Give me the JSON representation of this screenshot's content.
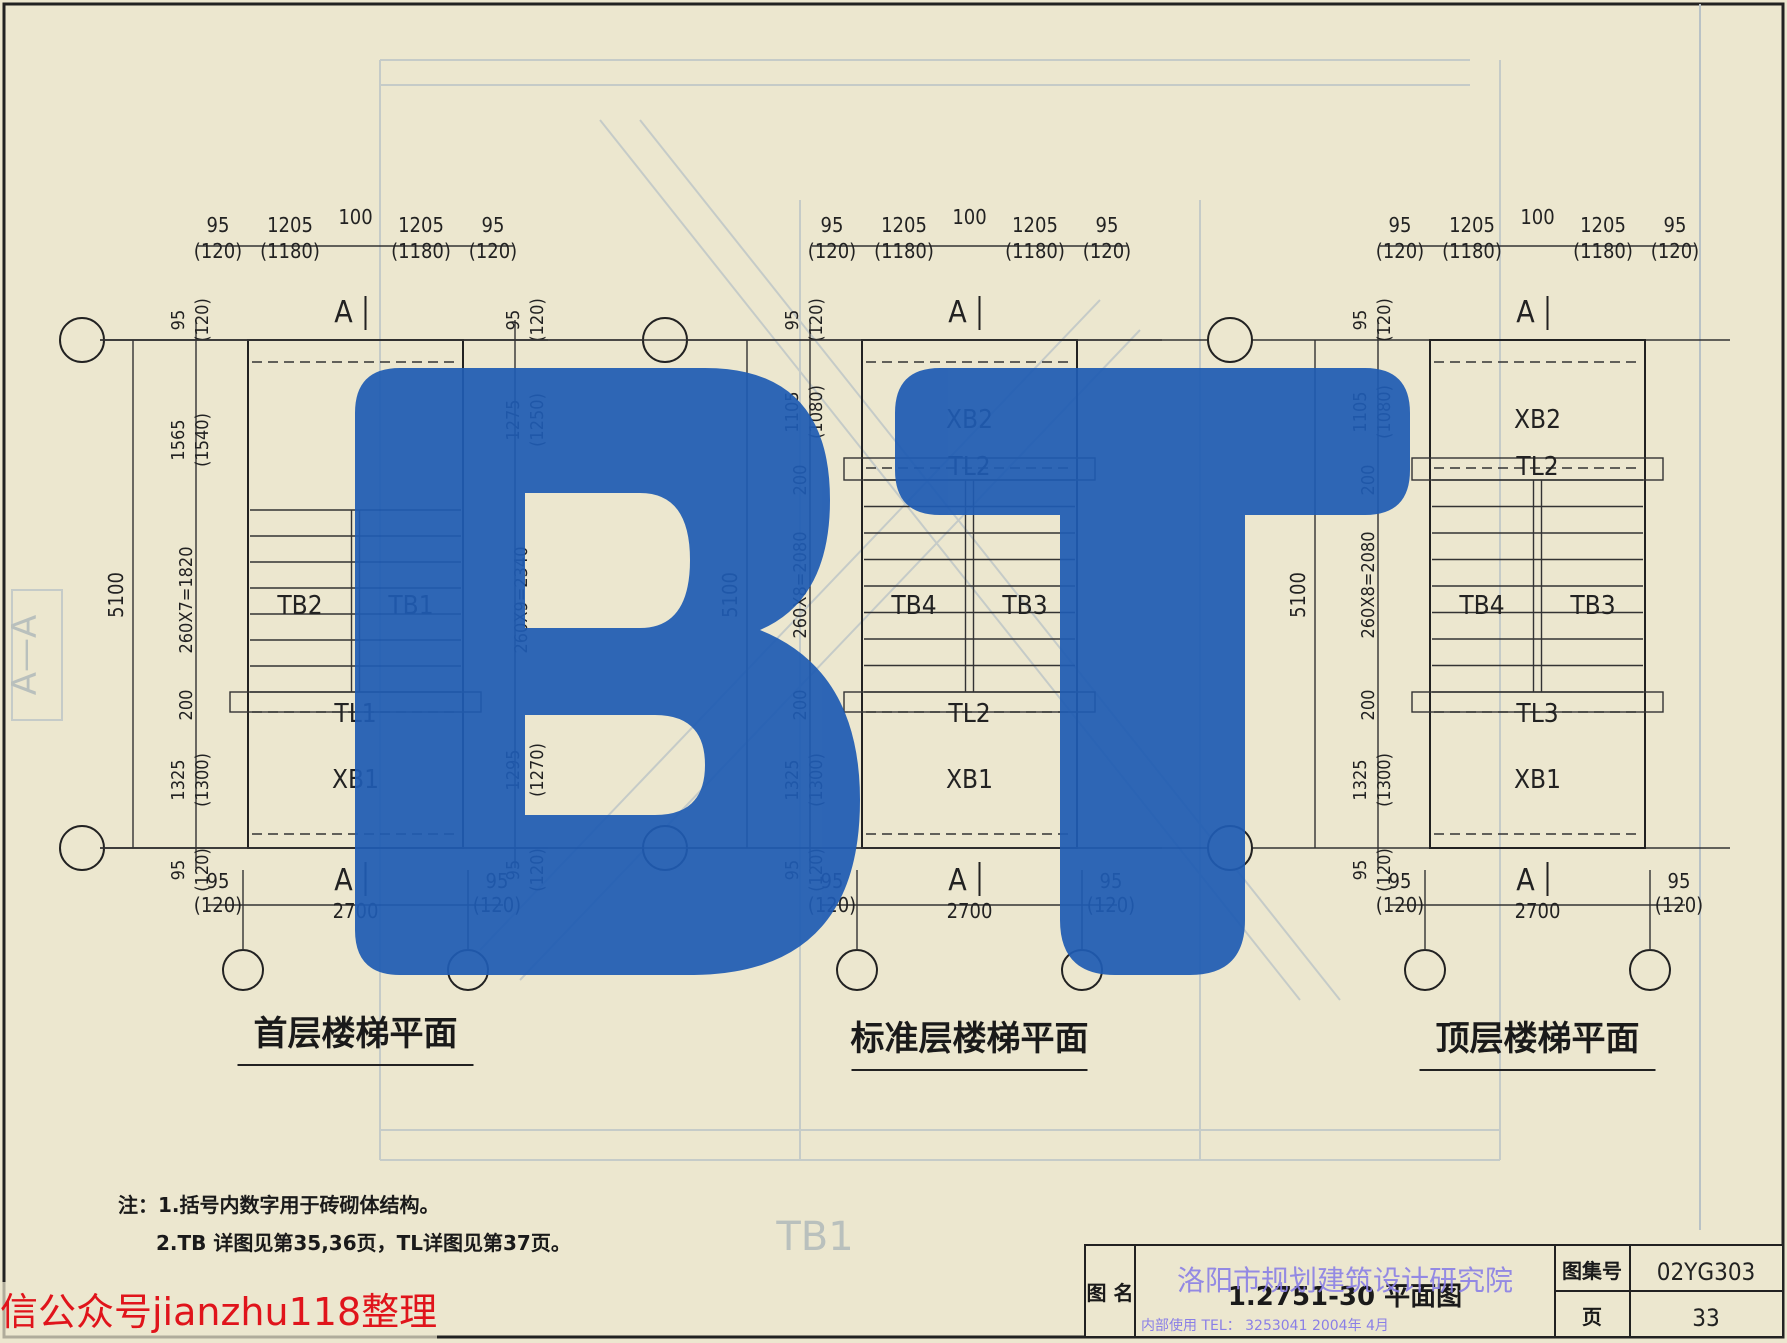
{
  "plans": [
    {
      "title": "首层楼梯平面",
      "top_dims": [
        "95",
        "(120)",
        "1205",
        "(1180)",
        "100",
        "1205",
        "(1180)",
        "95",
        "(120)"
      ],
      "section_mark": "A",
      "left_dims": [
        "95",
        "(120)",
        "1565",
        "(1540)",
        "260X7=1820",
        "200",
        "1325",
        "(1300)",
        "95",
        "(120)"
      ],
      "total_dim": "5100",
      "right_dims": [
        "95",
        "(120)",
        "1275",
        "(1250)",
        "260X9=2340",
        "1295",
        "(1270)",
        "95",
        "(120)"
      ],
      "bottom_dims": [
        "95",
        "(120)",
        "2700",
        "95",
        "(120)"
      ],
      "labels": {
        "slab_top": "",
        "beam_top": "",
        "flight_left": "TB2",
        "flight_right": "TB1",
        "beam_mid": "TL1",
        "slab_bottom": "XB1"
      }
    },
    {
      "title": "标准层楼梯平面",
      "top_dims": [
        "95",
        "(120)",
        "1205",
        "(1180)",
        "100",
        "1205",
        "(1180)",
        "95",
        "(120)"
      ],
      "section_mark": "A",
      "left_dims": [
        "95",
        "(120)",
        "1105",
        "(1080)",
        "200",
        "260X8=2080",
        "200",
        "1325",
        "(1300)",
        "95",
        "(120)"
      ],
      "total_dim": "5100",
      "right_dims": [],
      "bottom_dims": [
        "95",
        "(120)",
        "2700",
        "95",
        "(120)"
      ],
      "labels": {
        "slab_top": "XB2",
        "beam_top": "TL2",
        "flight_left": "TB4",
        "flight_right": "TB3",
        "beam_mid": "TL2",
        "slab_bottom": "XB1"
      }
    },
    {
      "title": "顶层楼梯平面",
      "top_dims": [
        "95",
        "(120)",
        "1205",
        "(1180)",
        "100",
        "1205",
        "(1180)",
        "95",
        "(120)"
      ],
      "section_mark": "A",
      "left_dims": [
        "95",
        "(120)",
        "1105",
        "(1080)",
        "200",
        "260X8=2080",
        "200",
        "1325",
        "(1300)",
        "95",
        "(120)"
      ],
      "total_dim": "5100",
      "right_dims": [],
      "bottom_dims": [
        "95",
        "(120)",
        "2700",
        "95",
        "(120)"
      ],
      "labels": {
        "slab_top": "XB2",
        "beam_top": "TL2",
        "flight_left": "TB4",
        "flight_right": "TB3",
        "beam_mid": "TL3",
        "slab_bottom": "XB1"
      }
    }
  ],
  "notes": {
    "line1": "注：1.括号内数字用于砖砌体结构。",
    "line2": "2.TB 详图见第35,36页，TL详图见第37页。"
  },
  "title_block": {
    "name_label": "图 名",
    "drawing_name": "1.2751-30 平面图",
    "institute": "洛阳市规划建筑设计研究院",
    "internal_use": "内部使用  TEL： 3253041  2004年 4月",
    "atlas_label": "图集号",
    "atlas_no": "02YG303",
    "page_label": "页",
    "page_no": "33"
  },
  "watermark": {
    "logo": "BT",
    "source_text": "信公众号jianzhu118整理",
    "logo_color": "#1f5bb3",
    "text_color": "#e0141b"
  },
  "background_faint_text": {
    "section_label": "A—A",
    "tb1": "TB1"
  }
}
